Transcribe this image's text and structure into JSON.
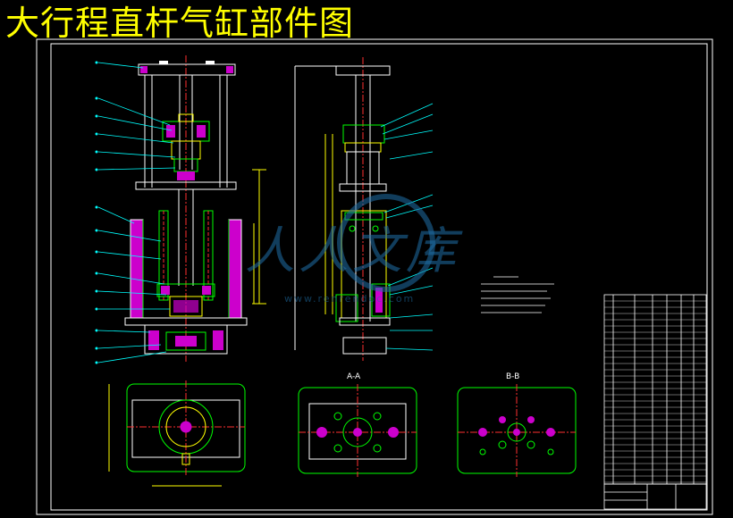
{
  "title": "大行程直杆气缸部件图",
  "section_labels": {
    "aa": "A-A",
    "bb": "B-B"
  },
  "watermark": {
    "brand": "人人文库",
    "site": "www.renrendoc.com"
  },
  "colors": {
    "background": "#000000",
    "title": "#ffff00",
    "border": "#ffffff",
    "outline": "#00ff00",
    "hatch": "#cc00cc",
    "centerline": "#ff3030",
    "dimension": "#00ffff",
    "yellow": "#ffff00",
    "watermark": "#1f6fa8"
  }
}
